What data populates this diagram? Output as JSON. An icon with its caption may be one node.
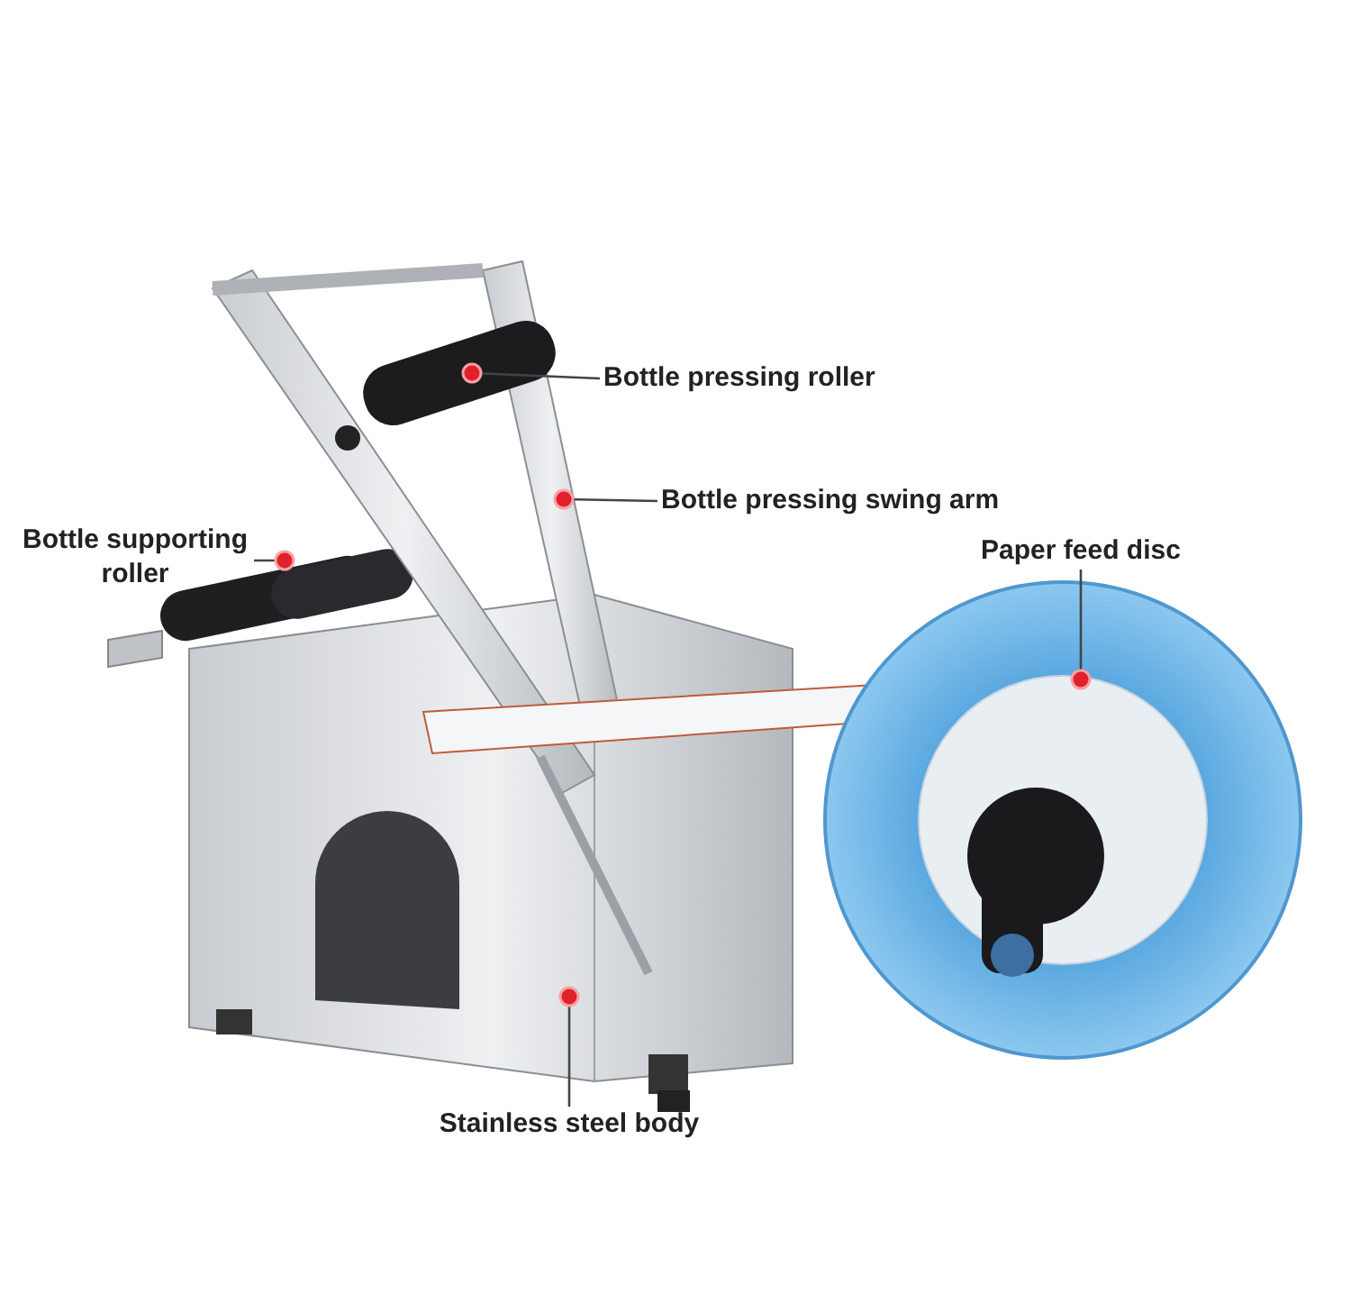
{
  "diagram": {
    "nodes": [
      {
        "text": [
          "Bottle pressing roller"
        ]
      },
      {
        "text": [
          "Bottle pressing swing arm"
        ]
      },
      {
        "text": [
          "Bottle supporting roller"
        ]
      },
      {
        "text": [
          "Paper feed disc"
        ]
      },
      {
        "text": [
          "Stainless steel body"
        ]
      }
    ],
    "edges": [
      {
        "from": 0,
        "to": null,
        "arrow": "other"
      },
      {
        "from": 1,
        "to": null,
        "arrow": "other"
      },
      {
        "from": 2,
        "to": null,
        "arrow": "other"
      },
      {
        "from": 3,
        "to": null,
        "arrow": "other"
      },
      {
        "from": 4,
        "to": null,
        "arrow": "other"
      }
    ]
  }
}
